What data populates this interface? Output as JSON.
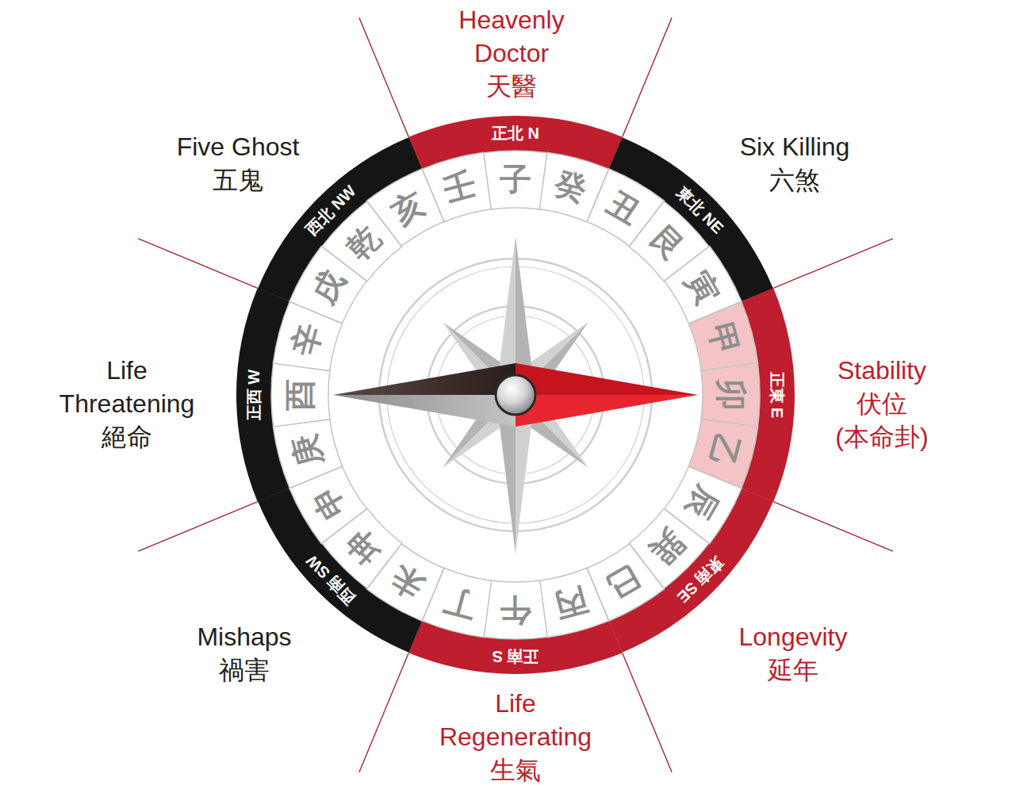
{
  "diagram": {
    "nodes": [
      {
        "text": [
          "正北 N"
        ]
      },
      {
        "text": [
          "東北 NE"
        ]
      },
      {
        "text": [
          "正東 E"
        ]
      },
      {
        "text": [
          "東南 SE"
        ]
      },
      {
        "text": [
          "正南 S"
        ]
      },
      {
        "text": [
          "西南 SW"
        ]
      },
      {
        "text": [
          "正西 W"
        ]
      },
      {
        "text": [
          "西北 NW"
        ]
      },
      {
        "text": [
          "壬"
        ]
      },
      {
        "text": [
          "子"
        ]
      },
      {
        "text": [
          "癸"
        ]
      },
      {
        "text": [
          "丑"
        ]
      },
      {
        "text": [
          "艮"
        ]
      },
      {
        "text": [
          "寅"
        ]
      },
      {
        "text": [
          "甲"
        ]
      },
      {
        "text": [
          "卯"
        ]
      },
      {
        "text": [
          "乙"
        ]
      },
      {
        "text": [
          "辰"
        ]
      },
      {
        "text": [
          "巽"
        ]
      },
      {
        "text": [
          "巳"
        ]
      },
      {
        "text": [
          "丙"
        ]
      },
      {
        "text": [
          "午"
        ]
      },
      {
        "text": [
          "丁"
        ]
      },
      {
        "text": [
          "未"
        ]
      },
      {
        "text": [
          "坤"
        ]
      },
      {
        "text": [
          "申"
        ]
      },
      {
        "text": [
          "庚"
        ]
      },
      {
        "text": [
          "酉"
        ]
      },
      {
        "text": [
          "辛"
        ]
      },
      {
        "text": [
          "戌"
        ]
      },
      {
        "text": [
          "乾"
        ]
      },
      {
        "text": [
          "亥"
        ]
      }
    ],
    "labels": [
      "Heavenly Doctor",
      "天醫",
      "Six Killing",
      "六煞",
      "Stability",
      "伏位",
      "(本命卦)",
      "Longevity",
      "延年",
      "Life Regenerating",
      "生氣",
      "Mishaps",
      "禍害",
      "Life Threatening",
      "絕命",
      "Five Ghost",
      "五鬼"
    ]
  }
}
